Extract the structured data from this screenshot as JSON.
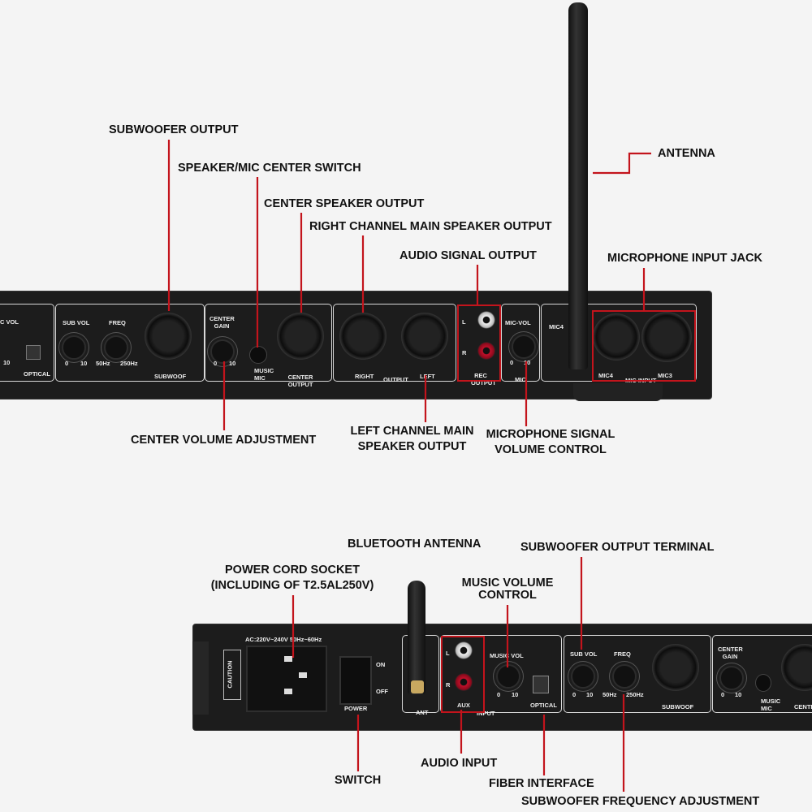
{
  "callouts_top": {
    "subwoofer_output": "SUBWOOFER OUTPUT",
    "center_switch": "SPEAKER/MIC CENTER SWITCH",
    "center_speaker_output": "CENTER SPEAKER OUTPUT",
    "right_channel": "RIGHT CHANNEL MAIN SPEAKER OUTPUT",
    "audio_signal_output": "AUDIO SIGNAL OUTPUT",
    "antenna": "ANTENNA",
    "mic_input_jack": "MICROPHONE INPUT JACK",
    "center_volume": "CENTER VOLUME ADJUSTMENT",
    "left_channel_1": "LEFT CHANNEL MAIN",
    "left_channel_2": "SPEAKER OUTPUT",
    "mic_volume_1": "MICROPHONE SIGNAL",
    "mic_volume_2": "VOLUME CONTROL"
  },
  "callouts_bottom": {
    "bluetooth_antenna": "BLUETOOTH ANTENNA",
    "power_socket_1": "POWER CORD SOCKET",
    "power_socket_2": "(INCLUDING OF T2.5AL250V)",
    "music_volume_1": "MUSIC VOLUME",
    "music_volume_2": "CONTROL",
    "sub_terminal": "SUBWOOFER OUTPUT TERMINAL",
    "audio_input": "AUDIO INPUT",
    "switch": "SWITCH",
    "fiber": "FIBER INTERFACE",
    "sub_freq": "SUBWOOFER FREQUENCY ADJUSTMENT"
  },
  "panel_top": {
    "mic_vol_cut": "C VOL",
    "ten": "10",
    "zero": "0",
    "optical": "OPTICAL",
    "sub_vol": "SUB VOL",
    "freq": "FREQ",
    "hz50": "50Hz",
    "hz250": "250Hz",
    "subwoof": "SUBWOOF",
    "center_gain": "CENTER GAIN",
    "music": "MUSIC",
    "mic": "MIC",
    "center_output": "CENTER OUTPUT",
    "right": "RIGHT",
    "output": "OUTPUT",
    "left": "LEFT",
    "l": "L",
    "r": "R",
    "rec_output": "REC OUTPUT",
    "mic_vol": "MIC-VOL",
    "mic_group": "MIC",
    "mic4": "MIC4",
    "mic3": "MIC3",
    "mic_input": "MIC INPUT"
  },
  "panel_bottom": {
    "ac": "AC:220V~240V 50Hz~60Hz",
    "caution": "CAUTION",
    "on": "ON",
    "off": "OFF",
    "power": "POWER",
    "ant": "ANT",
    "l": "L",
    "r": "R",
    "aux": "AUX",
    "music_vol": "MUSIC VOL",
    "zero": "0",
    "ten": "10",
    "input": "INPUT",
    "optical": "OPTICAL",
    "sub_vol": "SUB VOL",
    "freq": "FREQ",
    "hz50": "50Hz",
    "hz250": "250Hz",
    "subwoof": "SUBWOOF",
    "center_gain": "CENTER GAIN",
    "music": "MUSIC",
    "mic": "MIC",
    "center": "CENTE"
  },
  "colors": {
    "leader": "#c3141c",
    "device": "#1c1c1c",
    "background": "#f4f4f4"
  }
}
